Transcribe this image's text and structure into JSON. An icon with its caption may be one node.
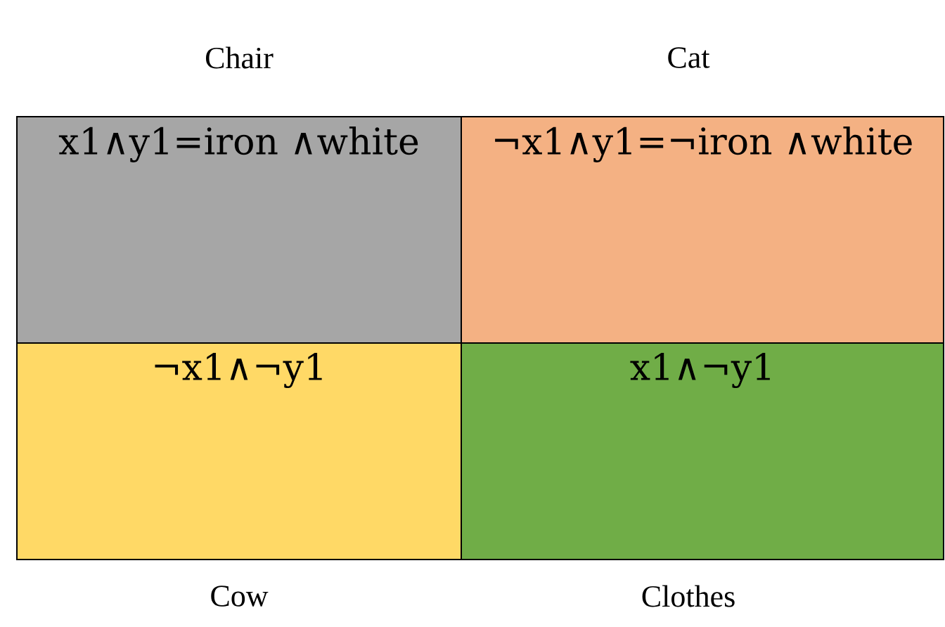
{
  "diagram": {
    "nodes": [
      {
        "text": [
          "x1∧y1=iron ∧white"
        ],
        "beside": [
          "Chair"
        ]
      },
      {
        "text": [
          "¬x1∧y1=¬iron ∧white"
        ],
        "beside": [
          "Cat"
        ]
      },
      {
        "text": [
          "¬x1∧¬y1"
        ],
        "beside": [
          "Cow"
        ]
      },
      {
        "text": [
          "x1∧¬y1"
        ],
        "beside": [
          "Clothes"
        ]
      }
    ],
    "edges": []
  }
}
